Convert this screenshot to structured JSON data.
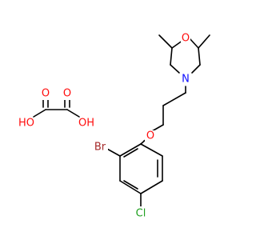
{
  "colors": {
    "bond": "#000000",
    "oxygen": "#ff0d0d",
    "nitrogen": "#1010ff",
    "bromine": "#a52a2a",
    "chlorine": "#1fa01f",
    "background": "#ffffff"
  },
  "main_molecule": {
    "atoms": {
      "o_morpholine": "O",
      "n_morpholine": "N",
      "o_ether": "O",
      "br": "Br",
      "cl": "Cl"
    }
  },
  "counterion": {
    "atoms": {
      "o_top_left": "O",
      "o_top_right": "O",
      "o_hydroxyl_left": "HO",
      "o_hydroxyl_right": "OH"
    }
  }
}
